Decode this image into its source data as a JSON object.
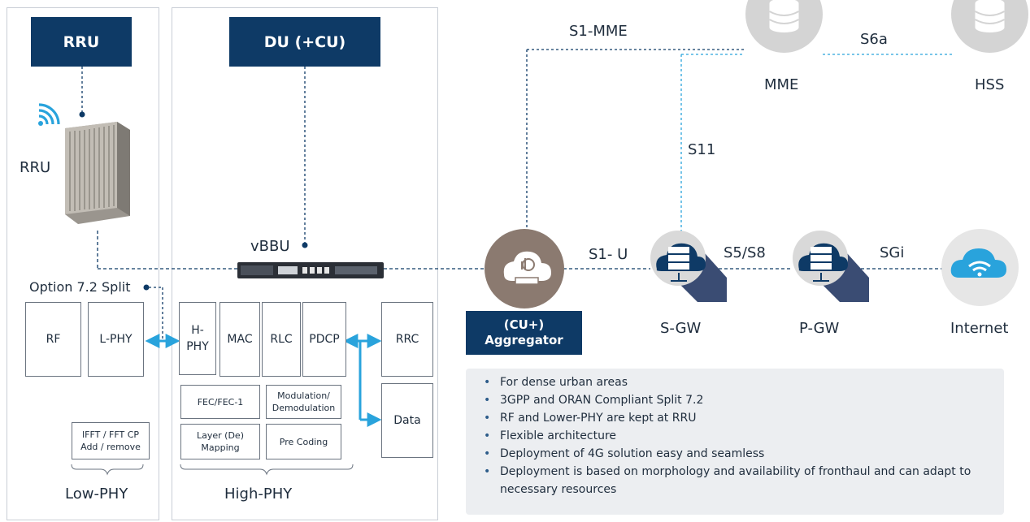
{
  "rru_panel": {
    "header": "RRU",
    "device_label": "RRU",
    "split_label": "Option 7.2 Split",
    "boxes": [
      "RF",
      "L-PHY"
    ],
    "fft_box": "IFFT / FFT CP Add / remove",
    "group_label": "Low-PHY"
  },
  "du_panel": {
    "header": "DU (+CU)",
    "vbbu_label": "vBBU",
    "boxes": [
      "H-PHY",
      "MAC",
      "RLC",
      "PDCP"
    ],
    "sub_boxes": [
      "FEC/FEC-1",
      "Modulation/ Demodulation",
      "Layer (De) Mapping",
      "Pre Coding"
    ],
    "group_label": "High-PHY"
  },
  "outer_boxes": {
    "rrc": "RRC",
    "data": "Data"
  },
  "core": {
    "aggregator_line1": "(CU+)",
    "aggregator_line2": "Aggregator",
    "nodes": {
      "mme": "MME",
      "hss": "HSS",
      "sgw": "S-GW",
      "pgw": "P-GW",
      "internet": "Internet"
    },
    "interfaces": {
      "s1_mme": "S1-MME",
      "s6a": "S6a",
      "s11": "S11",
      "s1_u": "S1- U",
      "s5_s8": "S5/S8",
      "sgi": "SGi"
    }
  },
  "features": [
    "For dense urban areas",
    "3GPP and ORAN Compliant Split 7.2",
    "RF and Lower-PHY are kept at RRU",
    "Flexible architecture",
    "Deployment of 4G solution easy and seamless",
    "Deployment is based on morphology and availability of fronthaul and can adapt to necessary resources"
  ],
  "colors": {
    "navy": "#0e3a66",
    "accent": "#29a3dc",
    "node_gray": "#d9d9d9",
    "cloud_brown": "#8b7a70"
  }
}
